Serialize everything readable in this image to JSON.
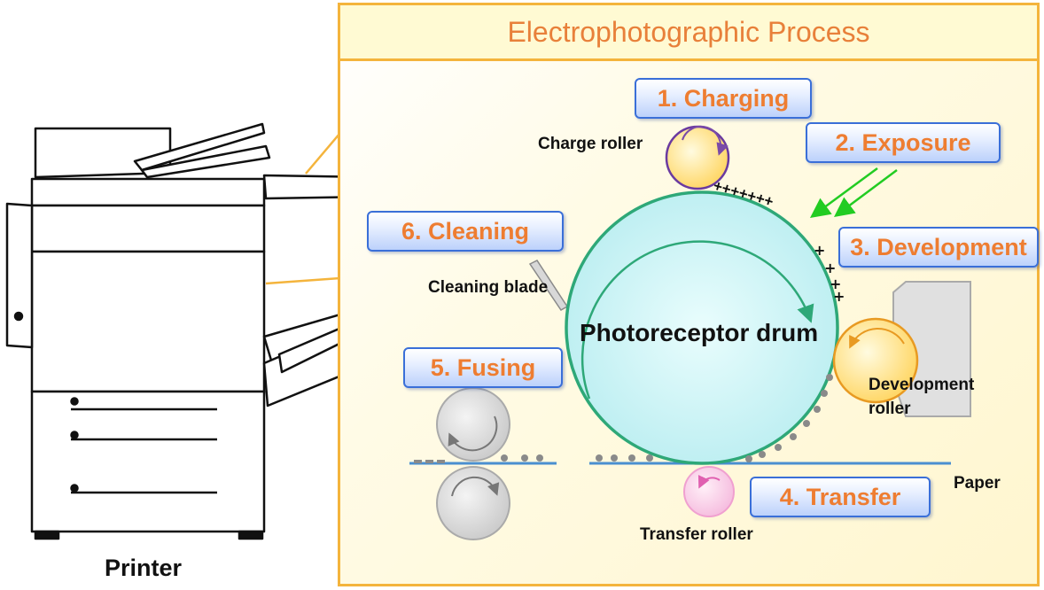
{
  "title": "Electrophotographic Process",
  "printer_label": "Printer",
  "steps": [
    {
      "label": "1. Charging"
    },
    {
      "label": "2. Exposure"
    },
    {
      "label": "3. Development"
    },
    {
      "label": "4. Transfer"
    },
    {
      "label": "5. Fusing"
    },
    {
      "label": "6. Cleaning"
    }
  ],
  "labels": {
    "charge_roller": "Charge roller",
    "cleaning_blade": "Cleaning blade",
    "drum": "Photoreceptor drum",
    "development_roller_line1": "Development",
    "development_roller_line2": "roller",
    "paper": "Paper",
    "transfer_roller": "Transfer roller"
  },
  "charge_marks": "+++++++",
  "colors": {
    "frame": "#f4b43c",
    "title": "#e8803a",
    "step_text": "#ee7d31",
    "step_border": "#3a6fd8",
    "drum_fill": "#cff4f6",
    "drum_stroke": "#2ea878",
    "exposure_beam": "#22cc22",
    "paper_line": "#4a8fd0"
  }
}
